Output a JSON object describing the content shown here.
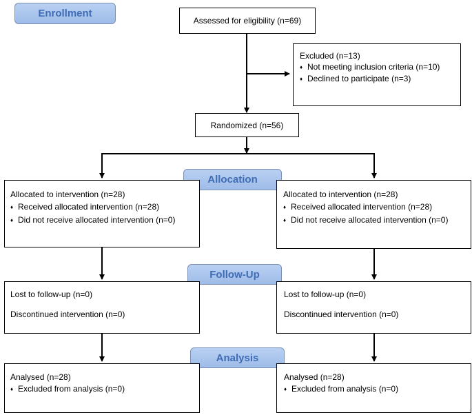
{
  "stages": {
    "enrollment": "Enrollment",
    "allocation": "Allocation",
    "followup": "Follow-Up",
    "analysis": "Analysis"
  },
  "bullet_symbol": "♦",
  "assessed": "Assessed for eligibility (n=69)",
  "excluded": {
    "title": "Excluded  (n=13)",
    "items": [
      "Not meeting inclusion criteria (n=10)",
      "Declined to participate (n=3)"
    ]
  },
  "randomized": "Randomized (n=56)",
  "allocation": {
    "left": {
      "title": "Allocated to intervention (n=28)",
      "items": [
        "Received allocated intervention (n=28)",
        "Did not receive allocated intervention (n=0)"
      ]
    },
    "right": {
      "title": "Allocated to intervention (n=28)",
      "items": [
        "Received allocated intervention (n=28)",
        "Did not receive allocated intervention (n=0)"
      ]
    }
  },
  "followup": {
    "left": {
      "lost": "Lost to follow-up (n=0)",
      "discontinued": "Discontinued intervention (n=0)"
    },
    "right": {
      "lost": "Lost to follow-up (n=0)",
      "discontinued": "Discontinued intervention (n=0)"
    }
  },
  "analysis": {
    "left": {
      "title": "Analysed  (n=28)",
      "items": [
        "Excluded from analysis (n=0)"
      ]
    },
    "right": {
      "title": "Analysed  (n=28)",
      "items": [
        "Excluded from analysis (n=0)"
      ]
    }
  },
  "colors": {
    "stage_fill": "#a9c4ee",
    "stage_text": "#3f6cb5",
    "stage_border": "#7a8fb3",
    "line": "#000000"
  }
}
